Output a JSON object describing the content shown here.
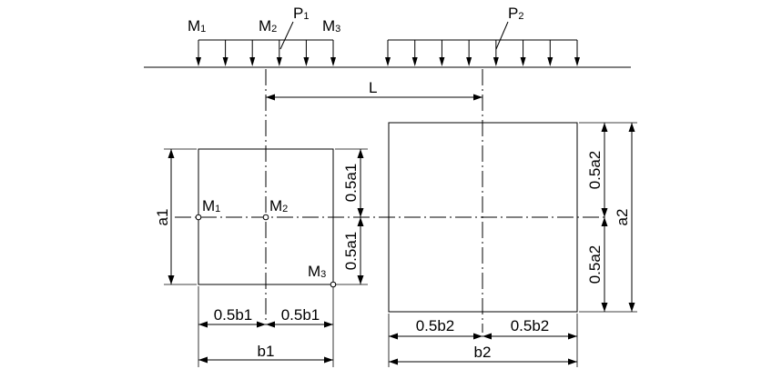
{
  "labels": {
    "m1": "M",
    "m1_sub": "1",
    "m2": "M",
    "m2_sub": "2",
    "m3": "M",
    "m3_sub": "3",
    "p1": "P",
    "p1_sub": "1",
    "p2": "P",
    "p2_sub": "2",
    "L": "L",
    "a1": "a1",
    "a2": "a2",
    "half_a1": "0.5a1",
    "half_a2": "0.5a2",
    "half_b1": "0.5b1",
    "b1": "b1",
    "half_b2": "0.5b2",
    "b2": "b2"
  }
}
